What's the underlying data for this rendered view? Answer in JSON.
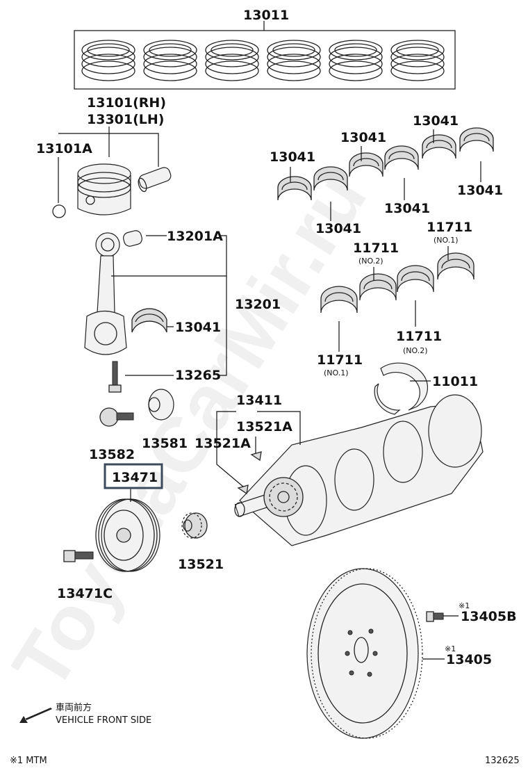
{
  "watermark": "ToyotaCarMir.ru",
  "labels": {
    "p13011": "13011",
    "p13101_rh": "13101(RH)",
    "p13301_lh": "13301(LH)",
    "p13101A": "13101A",
    "p13201A": "13201A",
    "p13201": "13201",
    "p13041_rod": "13041",
    "p13265": "13265",
    "p13041_a": "13041",
    "p13041_b": "13041",
    "p13041_c": "13041",
    "p13041_d": "13041",
    "p13041_e": "13041",
    "p13041_f": "13041",
    "p11711_a": "11711",
    "p11711_a_sub": "(NO.1)",
    "p11711_b": "11711",
    "p11711_b_sub": "(NO.2)",
    "p11711_c": "11711",
    "p11711_c_sub": "(NO.2)",
    "p11711_d": "11711",
    "p11711_d_sub": "(NO.1)",
    "p11011": "11011",
    "p13411": "13411",
    "p13521A_1": "13521A",
    "p13521A_2": "13521A",
    "p13582": "13582",
    "p13581": "13581",
    "p13471": "13471",
    "p13521": "13521",
    "p13471C": "13471C",
    "p13405B": "13405B",
    "p13405B_mark": "※1",
    "p13405": "13405",
    "p13405_mark": "※1"
  },
  "direction": {
    "jp": "車両前方",
    "en": "VEHICLE FRONT SIDE",
    "icon": "arrow-left-down-icon"
  },
  "footnote": "※1 MTM",
  "figure_number": "132625",
  "highlight_color": "#3a4a5a"
}
